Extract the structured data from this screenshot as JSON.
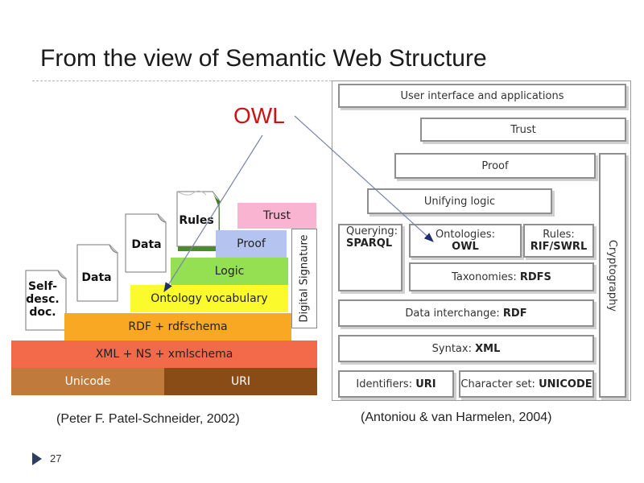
{
  "slide": {
    "title": "From the view of Semantic Web Structure",
    "owl_label": "OWL",
    "page_number": "27",
    "caption_left": "(Peter F. Patel-Schneider, 2002)",
    "caption_right": "(Antoniou & van Harmelen, 2004)"
  },
  "left_stack": {
    "docs": {
      "self_desc": "Self-\ndesc.\ndoc.",
      "data1": "Data",
      "data2": "Data",
      "rules": "Rules"
    },
    "trust": "Trust",
    "proof": "Proof",
    "logic": "Logic",
    "ontology": "Ontology vocabulary",
    "rdf": "RDF + rdfschema",
    "xml": "XML + NS + xmlschema",
    "unicode": "Unicode",
    "uri": "URI",
    "digital_signature": "Digital Signature",
    "colors": {
      "trust": "#f8b4d0",
      "proof": "#b5c3f0",
      "logic": "#94e052",
      "ontology": "#fafa2c",
      "rdf": "#f9a823",
      "xml": "#f36a4a",
      "unicode": "#c07a3c",
      "uri": "#8a4c16"
    }
  },
  "right_stack": {
    "user_interface": "User interface and applications",
    "trust": "Trust",
    "proof": "Proof",
    "unifying_logic": "Unifying logic",
    "querying_a": "Querying:",
    "querying_b": "SPARQL",
    "ontologies_a": "Ontologies:",
    "ontologies_b": "OWL",
    "rules_a": "Rules:",
    "rules_b": "RIF/SWRL",
    "taxonomies_a": "Taxonomies: ",
    "taxonomies_b": "RDFS",
    "data_interchange_a": "Data interchange: ",
    "data_interchange_b": "RDF",
    "syntax_a": "Syntax: ",
    "syntax_b": "XML",
    "identifiers_a": "Identifiers: ",
    "identifiers_b": "URI",
    "charset_a": "Character set: ",
    "charset_b": "UNICODE",
    "cryptography": "Cryptography"
  }
}
